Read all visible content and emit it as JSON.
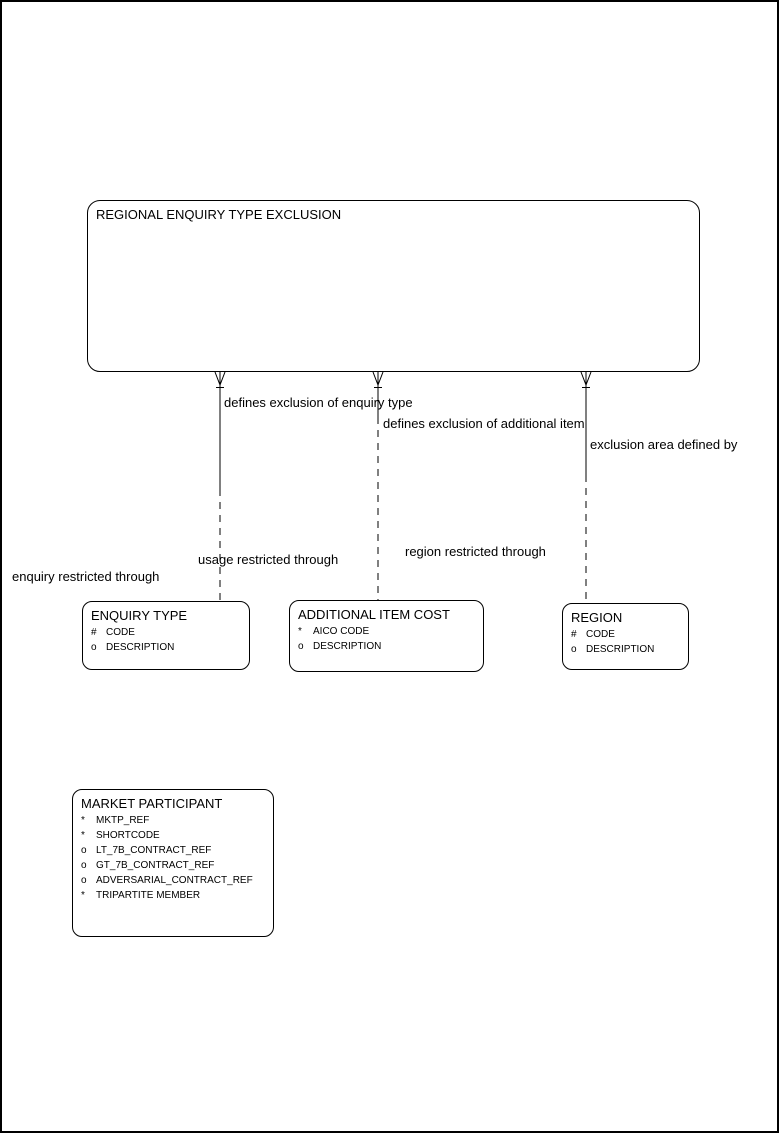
{
  "diagram": {
    "kind": "entity-relationship-diagram",
    "colors": {
      "line": "#000000",
      "background": "#ffffff",
      "text": "#000000"
    }
  },
  "entities": {
    "regional_enquiry_type_exclusion": {
      "title": "REGIONAL ENQUIRY TYPE EXCLUSION",
      "attributes": []
    },
    "enquiry_type": {
      "title": "ENQUIRY TYPE",
      "attributes": [
        {
          "prefix": "#",
          "name": "CODE"
        },
        {
          "prefix": "o",
          "name": "DESCRIPTION"
        }
      ]
    },
    "additional_item_cost": {
      "title": "ADDITIONAL ITEM COST",
      "attributes": [
        {
          "prefix": "*",
          "name": "AICO CODE"
        },
        {
          "prefix": "o",
          "name": "DESCRIPTION"
        }
      ]
    },
    "region": {
      "title": "REGION",
      "attributes": [
        {
          "prefix": "#",
          "name": "CODE"
        },
        {
          "prefix": "o",
          "name": "DESCRIPTION"
        }
      ]
    },
    "market_participant": {
      "title": "MARKET PARTICIPANT",
      "attributes": [
        {
          "prefix": "*",
          "name": "MKTP_REF"
        },
        {
          "prefix": "*",
          "name": "SHORTCODE"
        },
        {
          "prefix": "o",
          "name": "LT_7B_CONTRACT_REF"
        },
        {
          "prefix": "o",
          "name": "GT_7B_CONTRACT_REF"
        },
        {
          "prefix": "o",
          "name": "ADVERSARIAL_CONTRACT_REF"
        },
        {
          "prefix": "*",
          "name": "TRIPARTITE MEMBER"
        }
      ]
    }
  },
  "relationships": {
    "enquiry_type": {
      "parent_end_label": "defines exclusion of enquiry type",
      "child_end_label": "enquiry restricted through"
    },
    "additional_item_cost": {
      "parent_end_label": "defines exclusion of additional item",
      "child_end_label": "usage restricted through"
    },
    "region": {
      "parent_end_label": "exclusion area defined by",
      "child_end_label": "region restricted through"
    }
  }
}
